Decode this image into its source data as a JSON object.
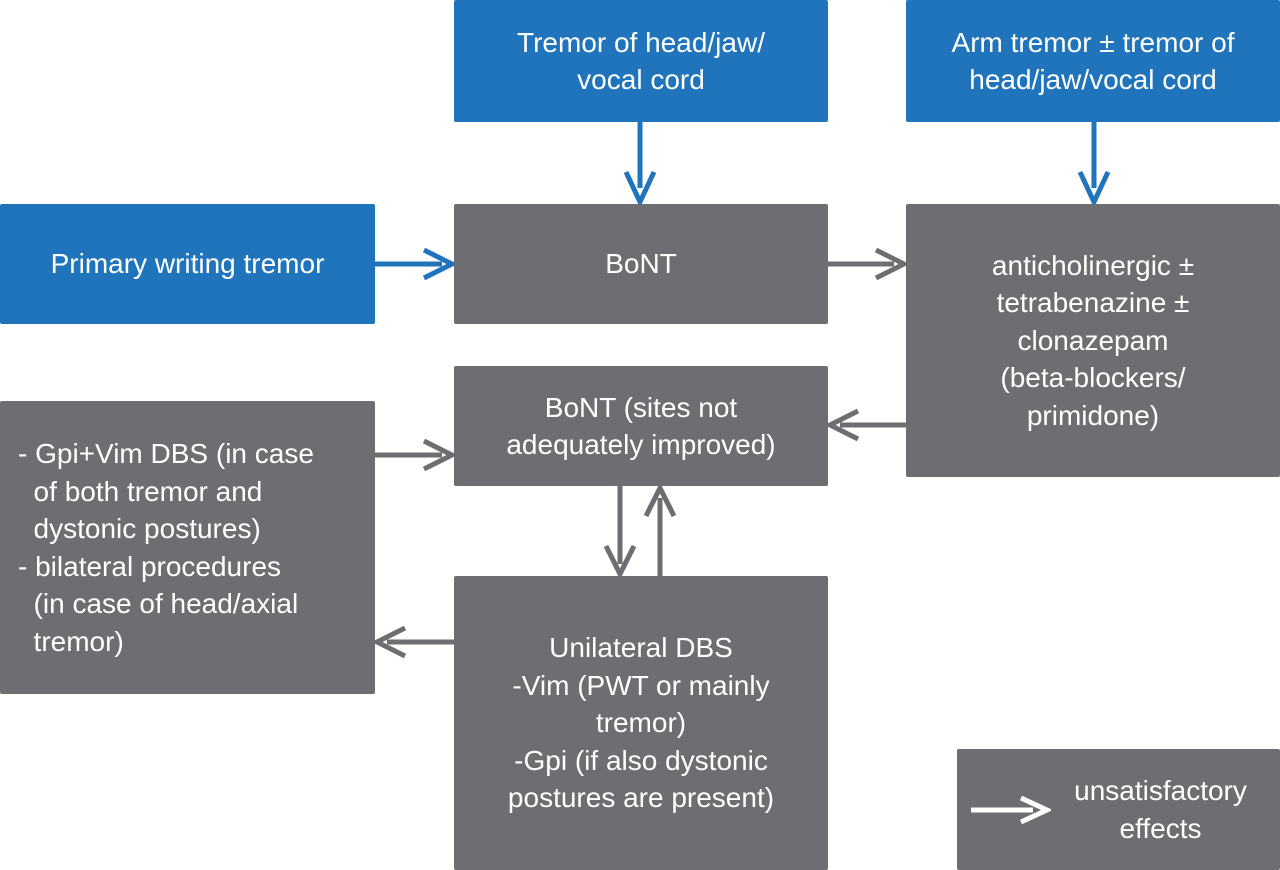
{
  "colors": {
    "blue_box": "#1f74bb",
    "gray_box": "#6e6e72",
    "blue_arrow": "#1f74bb",
    "gray_arrow": "#6e6e72",
    "legend_arrow": "#ffffff"
  },
  "boxes": {
    "tremor_head": "Tremor of head/jaw/\nvocal cord",
    "arm_tremor": "Arm tremor ± tremor of\nhead/jaw/vocal cord",
    "primary_writing": "Primary writing tremor",
    "bont": "BoNT",
    "anticholinergic": "anticholinergic ±\ntetrabenazine ±\nclonazepam\n(beta-blockers/\nprimidone)",
    "bont_sites": "BoNT (sites not\nadequately improved)",
    "gpi_vim": "- Gpi+Vim DBS (in case\n  of both tremor and\n  dystonic postures)\n- bilateral procedures\n  (in case of head/axial\n  tremor)",
    "unilateral_dbs": "Unilateral DBS\n-Vim (PWT or mainly\ntremor)\n-Gpi (if also dystonic\npostures are present)"
  },
  "legend": {
    "label": "unsatisfactory\neffects",
    "arrow_icon": "right-arrow-icon"
  }
}
